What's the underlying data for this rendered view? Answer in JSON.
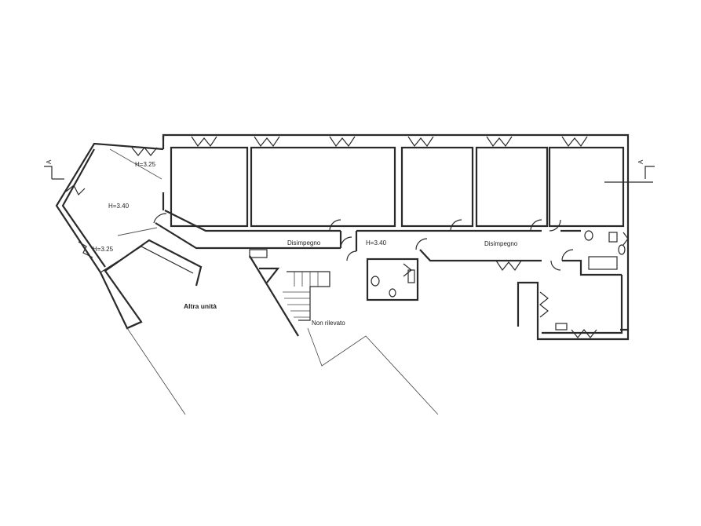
{
  "labels": {
    "h_325_top": "H=3.25",
    "h_340_left": "H=3.40",
    "h_325_bottom": "H=3.25",
    "h_340_center": "H=3.40",
    "disimpegno_left": "Disimpegno",
    "disimpegno_right": "Disimpegno",
    "altra_unita": "Altra unità",
    "non_rilevato": "Non rilevato",
    "section_mark_left": "A",
    "section_mark_right": "A"
  }
}
